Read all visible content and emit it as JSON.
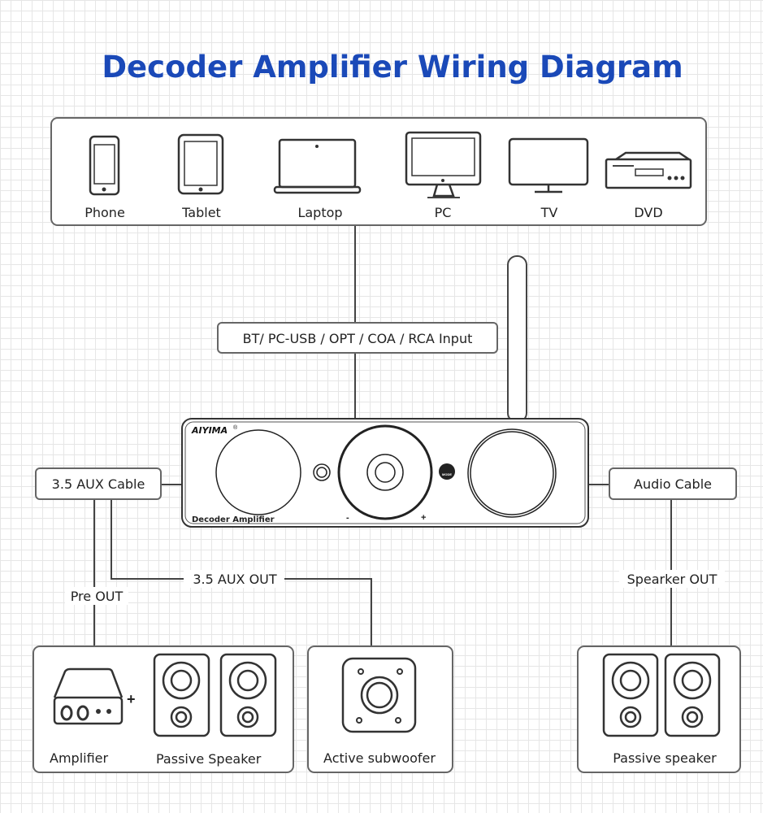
{
  "title": "Decoder Amplifier Wiring Diagram",
  "title_color": "#1a49b8",
  "sources": [
    "Phone",
    "Tablet",
    "Laptop",
    "PC",
    "TV",
    "DVD"
  ],
  "input_label": "BT/ PC-USB / OPT / COA / RCA Input",
  "device": {
    "brand": "AIYIMA",
    "trademark": "®",
    "model": "Decoder Amplifier",
    "mode_label": "MODE",
    "minus": "-",
    "plus": "+"
  },
  "left_cable": "3.5 AUX Cable",
  "right_cable": "Audio Cable",
  "pre_out": "Pre OUT",
  "aux_out": "3.5 AUX OUT",
  "speaker_out": "Spearker OUT",
  "outputs": {
    "amplifier": "Amplifier",
    "plus": "+",
    "passive_speaker_left": "Passive Speaker",
    "subwoofer": "Active subwoofer",
    "passive_speaker_right": "Passive speaker"
  }
}
